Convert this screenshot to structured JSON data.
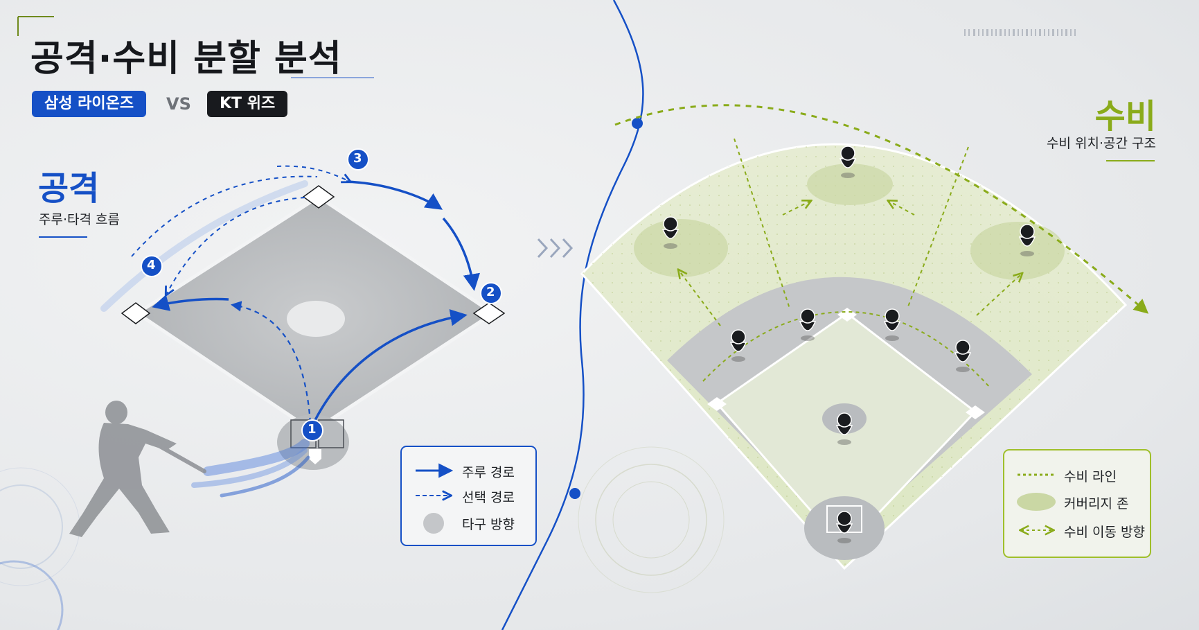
{
  "title": "공격·수비 분할 분석",
  "teams": {
    "home": "삼성 라이온즈",
    "vs": "VS",
    "away": "KT 위즈"
  },
  "offense": {
    "title": "공격",
    "subtitle": "주루·타격 흐름",
    "markers": [
      "1",
      "2",
      "3",
      "4"
    ],
    "legend": {
      "run_path": "주루 경로",
      "option_path": "선택 경로",
      "hit_direction": "타구 방향"
    }
  },
  "defense": {
    "title": "수비",
    "subtitle": "수비 위치·공간 구조",
    "legend": {
      "defense_line": "수비 라인",
      "coverage_zone": "커버리지 존",
      "move_direction": "수비 이동 방향"
    }
  },
  "colors": {
    "offense_accent": "#1550c6",
    "defense_accent": "#8aab1a",
    "dark": "#181a1e"
  }
}
